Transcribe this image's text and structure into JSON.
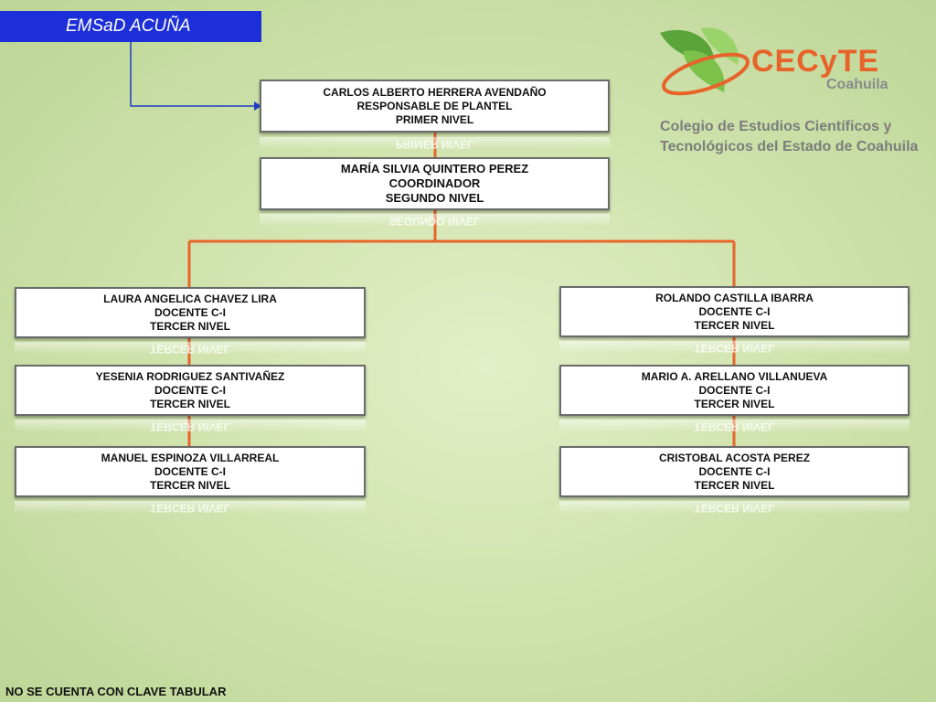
{
  "header": {
    "title": "EMSaD ACUÑA"
  },
  "logo": {
    "icon": "leaf-swirl-icon",
    "brand": "CECyTE",
    "state": "Coahuila",
    "line1": "Colegio de Estudios Científicos y",
    "line2": "Tecnológicos del Estado de Coahuila",
    "colors": {
      "leaf_green": "#5aa53a",
      "brand_orange": "#e8632a"
    }
  },
  "org": {
    "level1": {
      "name": "CARLOS ALBERTO HERRERA AVENDAÑO",
      "role": "RESPONSABLE DE PLANTEL",
      "level": "PRIMER NIVEL"
    },
    "level2": {
      "name": "MARÍA SILVIA QUINTERO PEREZ",
      "role": "COORDINADOR",
      "level": "SEGUNDO NIVEL"
    },
    "left": [
      {
        "name": "LAURA ANGELICA CHAVEZ LIRA",
        "role": "DOCENTE C-I",
        "level": "TERCER NIVEL"
      },
      {
        "name": "YESENIA RODRIGUEZ SANTIVAÑEZ",
        "role": "DOCENTE C-I",
        "level": "TERCER NIVEL"
      },
      {
        "name": "MANUEL ESPINOZA VILLARREAL",
        "role": "DOCENTE C-I",
        "level": "TERCER NIVEL"
      }
    ],
    "right": [
      {
        "name": "ROLANDO CASTILLA IBARRA",
        "role": "DOCENTE C-I",
        "level": "TERCER NIVEL"
      },
      {
        "name": "MARIO A. ARELLANO VILLANUEVA",
        "role": "DOCENTE C-I",
        "level": "TERCER NIVEL"
      },
      {
        "name": "CRISTOBAL ACOSTA PEREZ",
        "role": "DOCENTE C-I",
        "level": "TERCER NIVEL"
      }
    ],
    "colors": {
      "connector": "#e8652a",
      "title_bar": "#1d2fd8"
    }
  },
  "footer": {
    "note": "NO SE CUENTA CON CLAVE TABULAR"
  }
}
